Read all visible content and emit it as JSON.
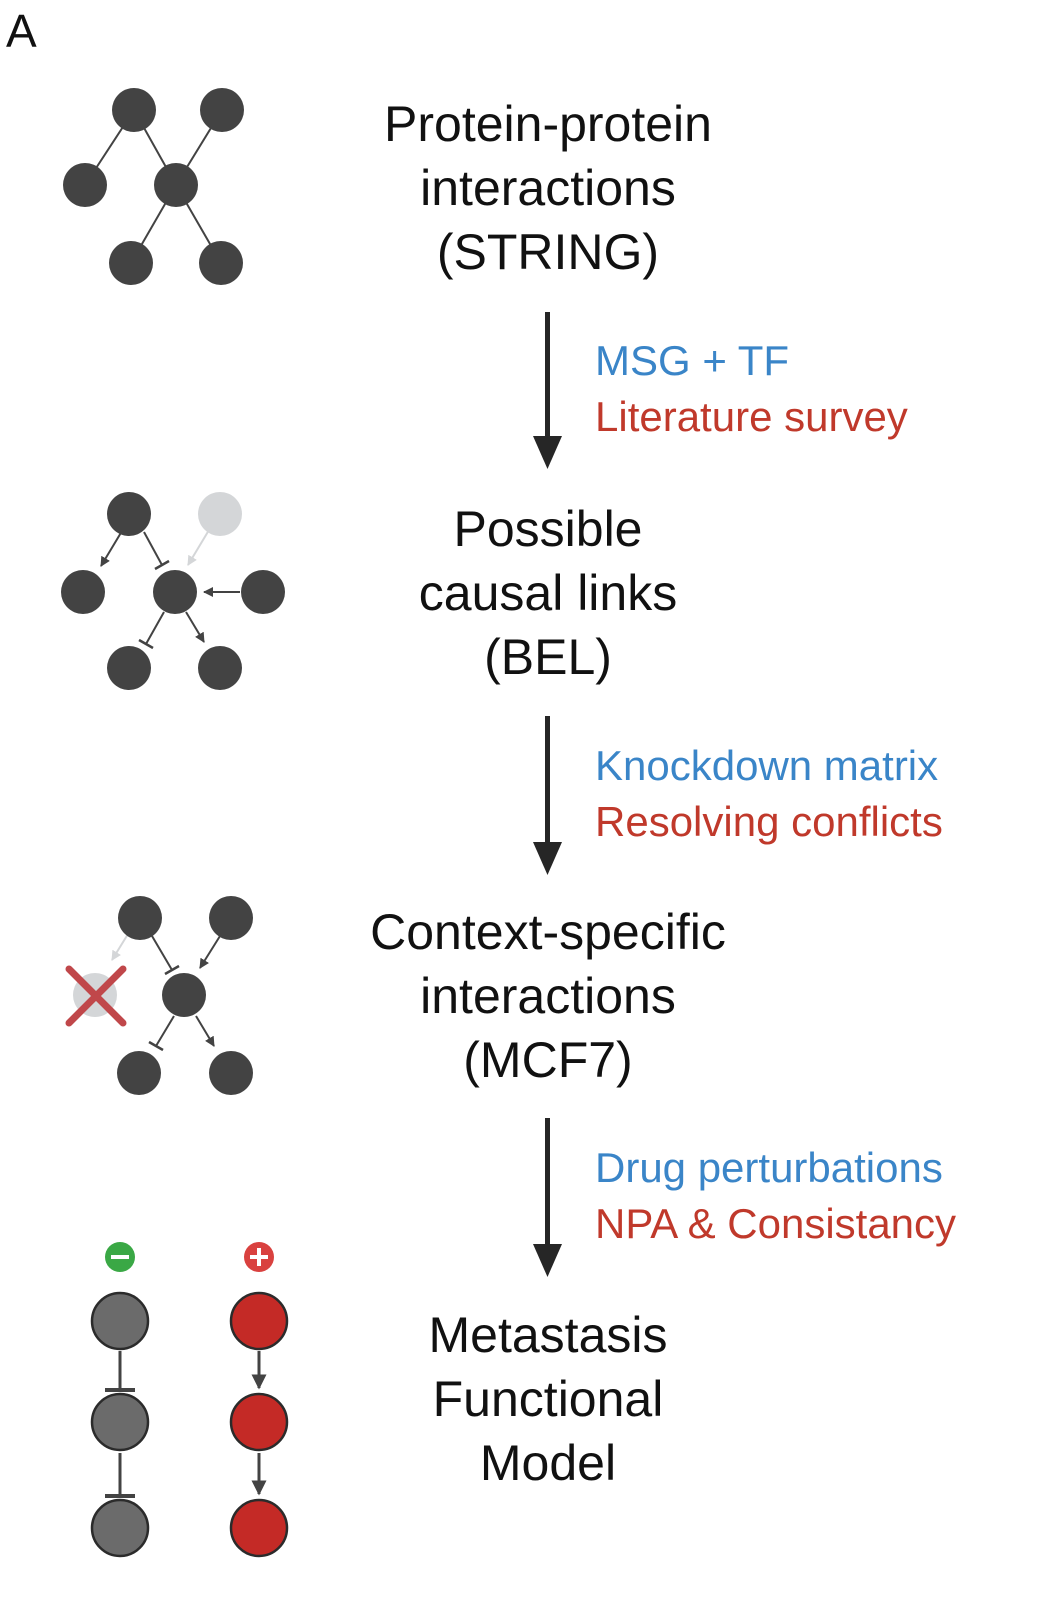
{
  "panel_label": "A",
  "stages": [
    {
      "title": [
        "Protein-protein",
        "interactions",
        "(STRING)"
      ]
    },
    {
      "title": [
        "Possible",
        "causal links",
        "(BEL)"
      ]
    },
    {
      "title": [
        "Context-specific",
        "interactions",
        "(MCF7)"
      ]
    },
    {
      "title": [
        "Metastasis",
        "Functional",
        "Model"
      ]
    }
  ],
  "transitions": [
    {
      "method": "MSG + TF",
      "curation": "Literature survey"
    },
    {
      "method": "Knockdown matrix",
      "curation": "Resolving conflicts"
    },
    {
      "method": "Drug perturbations",
      "curation": "NPA & Consistancy"
    }
  ],
  "colors": {
    "node": "#434343",
    "node_faded": "#d4d6d8",
    "model_gray": "#6b6b6b",
    "model_red": "#c42a26",
    "minus_badge": "#3aa845",
    "plus_badge": "#d9413f",
    "method_text": "#3a85c8",
    "curation_text": "#c0392b",
    "reject_mark": "#c0474a"
  },
  "icons": {
    "minus_badge": "minus-circle-icon",
    "plus_badge": "plus-circle-icon",
    "reject_mark": "x-mark-icon"
  }
}
